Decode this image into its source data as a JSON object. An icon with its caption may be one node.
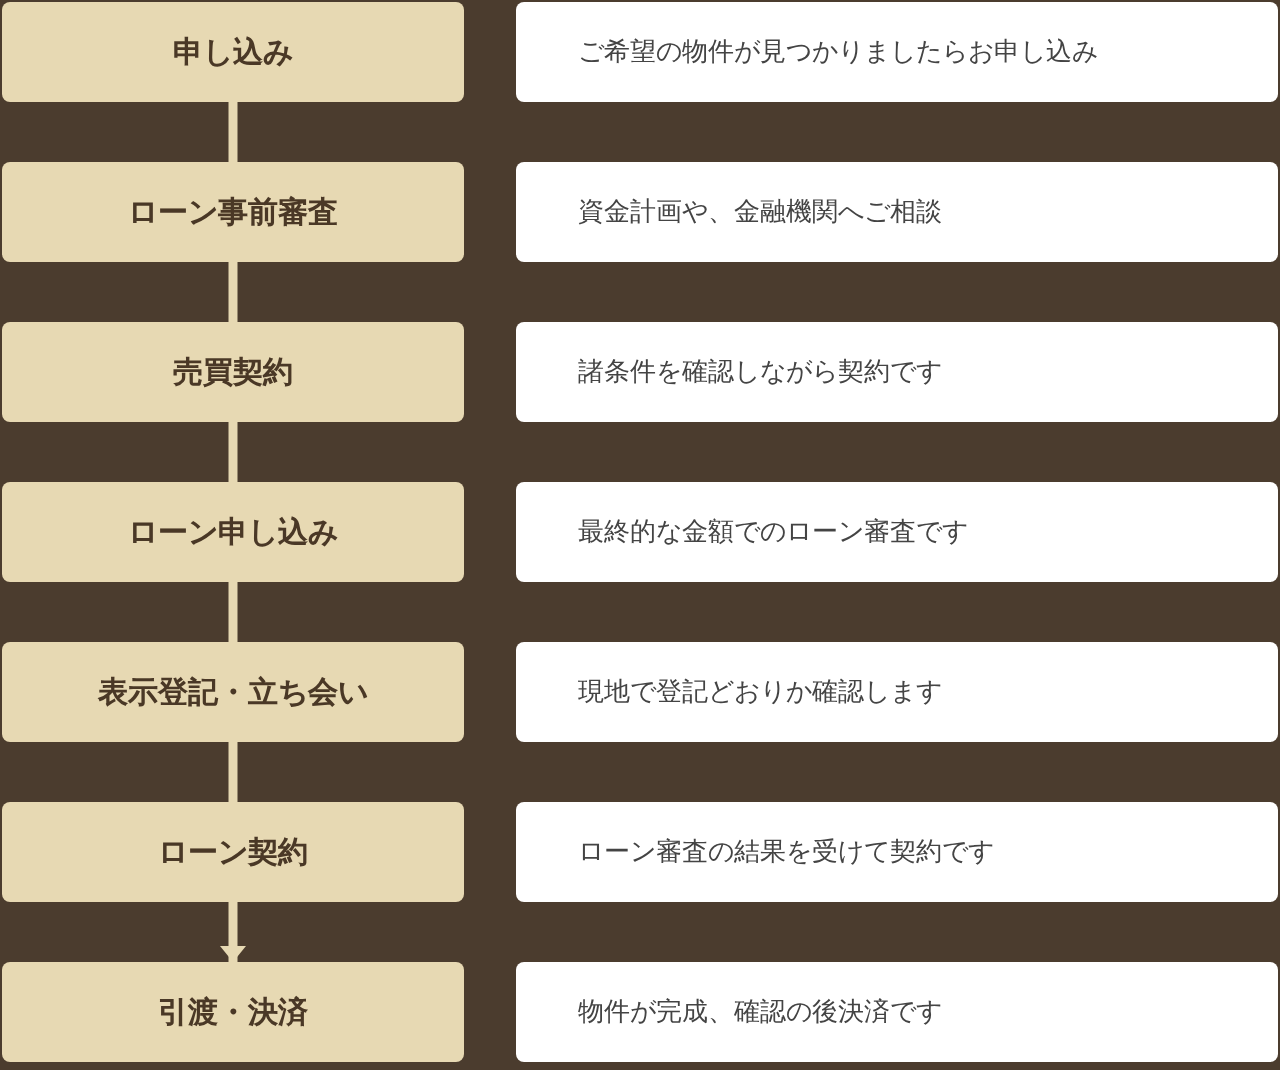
{
  "diagram": {
    "nodes": [
      {
        "text": [
          "申し込み"
        ]
      },
      {
        "text": [
          "ご希望の物件が見つかりましたらお申し込み"
        ]
      },
      {
        "text": [
          "ローン事前審査"
        ]
      },
      {
        "text": [
          "資金計画や、金融機関へご相談"
        ]
      },
      {
        "text": [
          "売買契約"
        ]
      },
      {
        "text": [
          "諸条件を確認しながら契約です"
        ]
      },
      {
        "text": [
          "ローン申し込み"
        ]
      },
      {
        "text": [
          "最終的な金額でのローン審査です"
        ]
      },
      {
        "text": [
          "表示登記・立ち会い"
        ]
      },
      {
        "text": [
          "現地で登記どおりか確認します"
        ]
      },
      {
        "text": [
          "ローン契約"
        ]
      },
      {
        "text": [
          "ローン審査の結果を受けて契約です"
        ]
      },
      {
        "text": [
          "引渡・決済"
        ]
      },
      {
        "text": [
          "物件が完成、確認の後決済です"
        ]
      }
    ],
    "edges": [
      {
        "from": 0,
        "to": 2,
        "arrow": "none"
      },
      {
        "from": 2,
        "to": 4,
        "arrow": "none"
      },
      {
        "from": 4,
        "to": 6,
        "arrow": "none"
      },
      {
        "from": 6,
        "to": 8,
        "arrow": "none"
      },
      {
        "from": 8,
        "to": 10,
        "arrow": "none"
      },
      {
        "from": 10,
        "to": 12,
        "arrow": "to"
      }
    ]
  }
}
